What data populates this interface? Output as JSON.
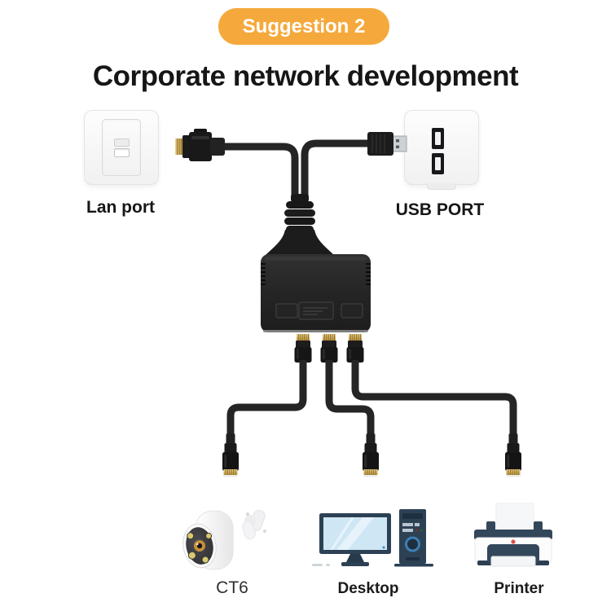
{
  "badge": {
    "label": "Suggestion 2"
  },
  "title": "Corporate network development",
  "ports": {
    "lan": {
      "label": "Lan port"
    },
    "usb": {
      "label": "USB PORT"
    }
  },
  "devices": {
    "camera": {
      "label": "CT6"
    },
    "desktop": {
      "label": "Desktop"
    },
    "printer": {
      "label": "Printer"
    }
  },
  "icons": {
    "lan_wallplate": "ethernet-wall-socket",
    "usb_wallplate": "dual-usb-wall-socket",
    "splitter": "rj45-three-way-splitter",
    "rj45_plug": "ethernet-connector",
    "usb_plug": "usb-a-connector",
    "camera": "security-camera",
    "desktop": "desktop-computer",
    "printer": "inkjet-printer"
  },
  "colors": {
    "background": "#ffffff",
    "badge_bg": "#f5a93c",
    "badge_text": "#ffffff",
    "title_text": "#161616",
    "cable_black": "#252525",
    "connector_gold": "#c9a24b",
    "device_navy": "#2d4155",
    "screen_blue": "#cfe6f4",
    "power_ring_blue": "#3e7fb5",
    "printer_alert_red": "#df5149",
    "camera_led_amber": "#d9c972"
  }
}
